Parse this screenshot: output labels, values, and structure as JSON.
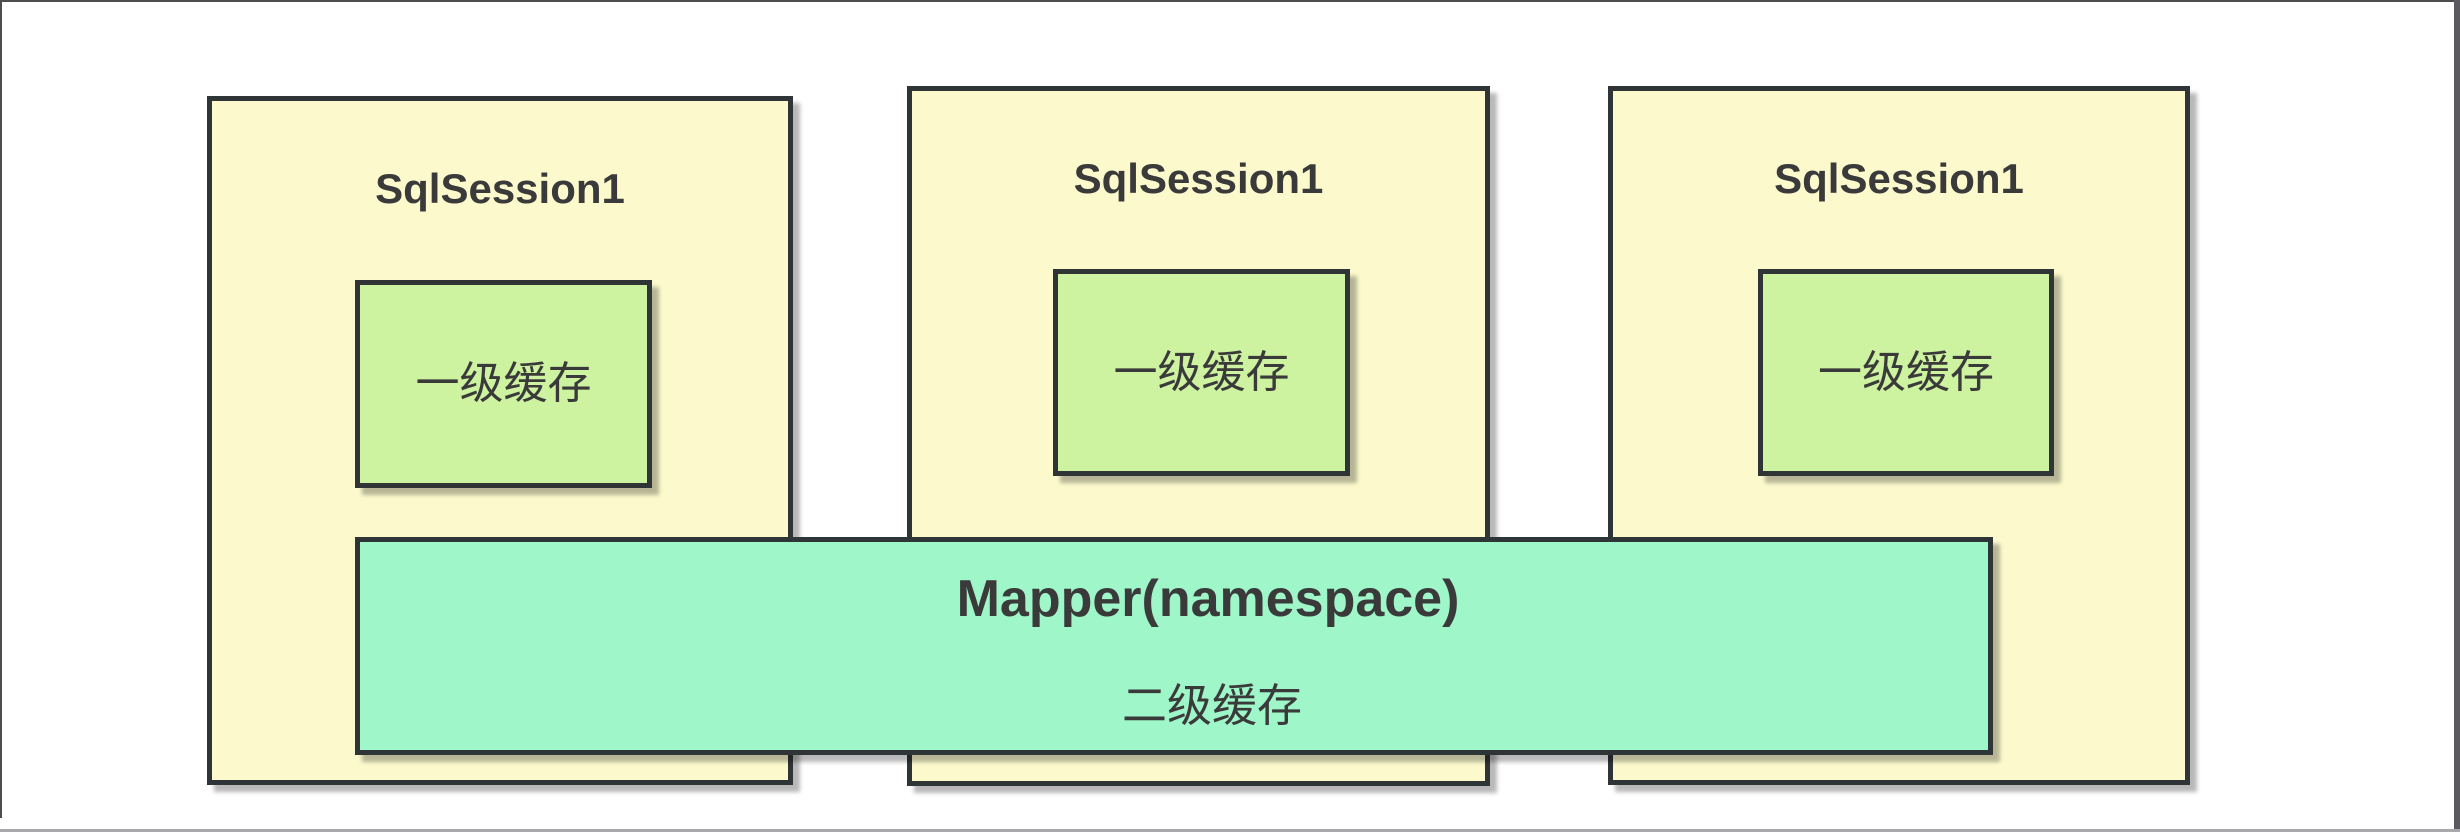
{
  "diagram": {
    "colors": {
      "session_fill": "#fcfacd",
      "cache_fill": "#cdf2a0",
      "mapper_fill": "#9ef6c9",
      "shape_border": "#2f3437",
      "text": "#3a3a3a",
      "frame_dark": "#4d4d4d",
      "frame_mid": "#5a5a60",
      "frame_light": "#a8a8ad"
    },
    "sessions": [
      {
        "title": "SqlSession1",
        "cache_label": "一级缓存"
      },
      {
        "title": "SqlSession1",
        "cache_label": "一级缓存"
      },
      {
        "title": "SqlSession1",
        "cache_label": "一级缓存"
      }
    ],
    "mapper_bar": {
      "title": "Mapper(namespace)",
      "subtitle": "二级缓存"
    }
  }
}
